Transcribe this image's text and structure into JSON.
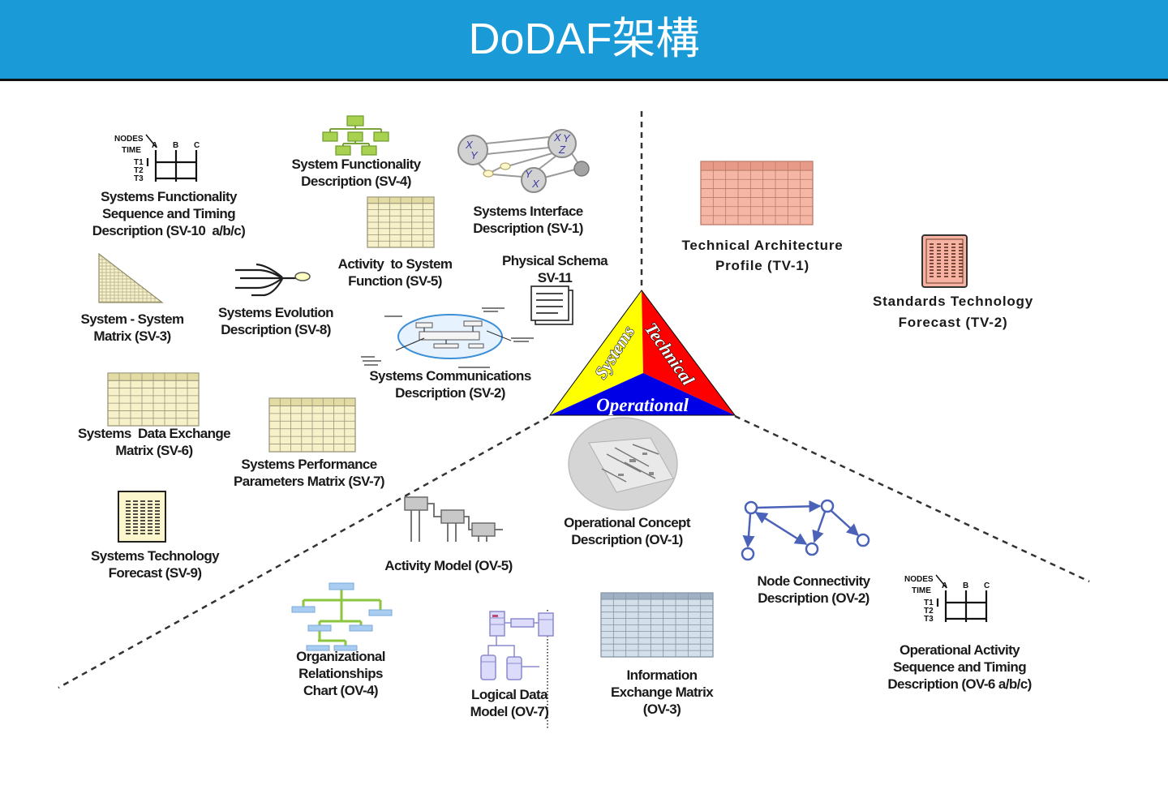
{
  "slide": {
    "title": "DoDAF架構"
  },
  "triangle": {
    "systems": "Systems",
    "technical": "Technical",
    "operational": "Operational"
  },
  "views": {
    "sv10": "Systems Functionality\nSequence and Timing\nDescription (SV-10  a/b/c)",
    "sv4": "System Functionality\nDescription (SV-4)",
    "sv1": "Systems Interface\nDescription (SV-1)",
    "sv3": "System - System\nMatrix (SV-3)",
    "sv8": "Systems Evolution\nDescription (SV-8)",
    "sv5": "Activity  to System\nFunction (SV-5)",
    "sv11": "Physical Schema\nSV-11",
    "sv2": "Systems Communications\nDescription (SV-2)",
    "sv6": "Systems  Data Exchange\nMatrix (SV-6)",
    "sv7": "Systems Performance\nParameters Matrix (SV-7)",
    "sv9": "Systems Technology\nForecast (SV-9)",
    "tv1": "Technical Architecture\nProfile (TV-1)",
    "tv2": "Standards Technology\nForecast (TV-2)",
    "ov1": "Operational Concept\nDescription (OV-1)",
    "ov5": "Activity Model (OV-5)",
    "ov2": "Node Connectivity\nDescription (OV-2)",
    "ov6": "Operational Activity\nSequence and Timing\nDescription (OV-6 a/b/c)",
    "ov4": "Organizational\nRelationships\nChart (OV-4)",
    "ov7": "Logical Data\nModel (OV-7)",
    "ov3": "Information\nExchange Matrix\n(OV-3)"
  },
  "sequence_icon": {
    "nodes": "NODES",
    "time": "TIME",
    "columns": [
      "A",
      "B",
      "C"
    ],
    "rows": [
      "T1",
      "T2",
      "T3"
    ]
  },
  "interface_icon": {
    "node_1": [
      "X",
      "Y"
    ],
    "node_2": [
      "X",
      "Y",
      "Z"
    ],
    "node_3": [
      "Y",
      "X"
    ]
  },
  "colors": {
    "header": "#1a9ad7",
    "systems": "#ffff00",
    "technical": "#ff0000",
    "operational": "#0000e6",
    "systems_table": "#f6f1c9",
    "systems_table_header": "#e3dba4",
    "technical_table": "#f5b6a6",
    "technical_table_header": "#e89a88",
    "operational_table": "#d4dfe9",
    "operational_table_header": "#9fb0c2"
  }
}
